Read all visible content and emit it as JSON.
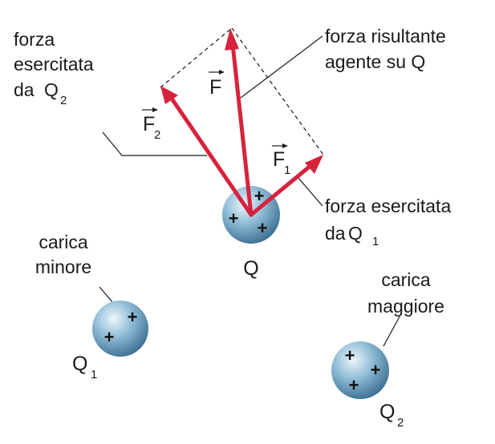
{
  "diagram": {
    "colors": {
      "arrow": "#d7233c",
      "leader": "#1a1a1a",
      "dashed": "#1a1a1a",
      "sphere_light": "#eef6fb",
      "sphere_mid": "#8fbcd6",
      "sphere_dark": "#35688c"
    },
    "labels": {
      "resultant_line1": "forza risultante",
      "resultant_line2": "agente su Q",
      "from_q2_line1": "forza",
      "from_q2_line2": "esercitata",
      "from_q2_line3_prefix": "da",
      "from_q2_line3_sym": "Q",
      "from_q2_line3_sub": "2",
      "from_q1_line1": "forza esercitata",
      "from_q1_line2_prefix": "da",
      "from_q1_line2_sym": "Q",
      "from_q1_line2_sub": "1",
      "smaller_line1": "carica",
      "smaller_line2": "minore",
      "larger_line1": "carica",
      "larger_line2": "maggiore"
    },
    "vectors": {
      "F": {
        "symbol": "F",
        "subscript": ""
      },
      "F1": {
        "symbol": "F",
        "subscript": "1"
      },
      "F2": {
        "symbol": "F",
        "subscript": "2"
      }
    },
    "charges": {
      "Q": {
        "symbol": "Q",
        "subscript": "",
        "plus": [
          "+",
          "+",
          "+"
        ]
      },
      "Q1": {
        "symbol": "Q",
        "subscript": "1",
        "plus": [
          "+",
          "+"
        ]
      },
      "Q2": {
        "symbol": "Q",
        "subscript": "2",
        "plus": [
          "+",
          "+",
          "+"
        ]
      }
    }
  }
}
